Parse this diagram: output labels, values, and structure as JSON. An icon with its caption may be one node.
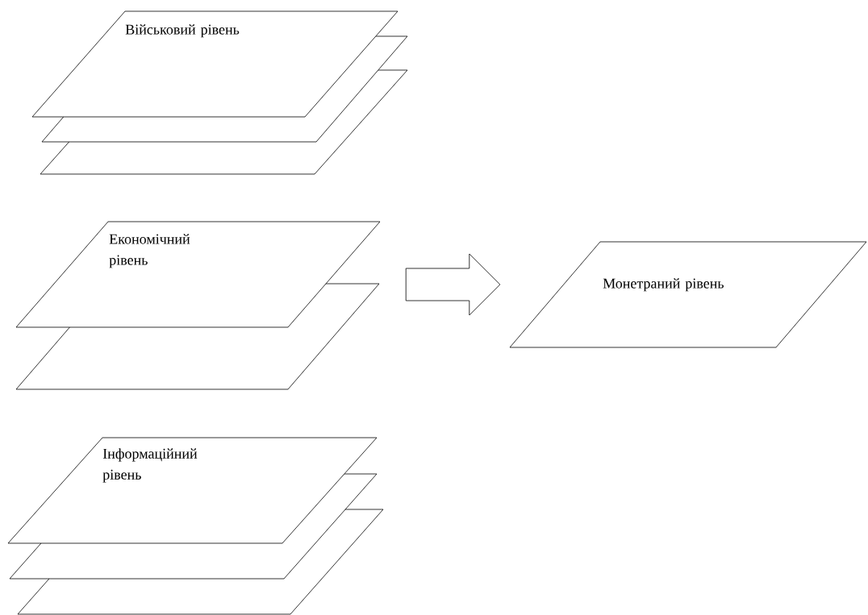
{
  "diagram": {
    "nodes": [
      {
        "text": [
          "Військовий рівень"
        ]
      },
      {
        "text": [],
        "shape": "parallelogram"
      },
      {
        "text": [],
        "shape": "parallelogram"
      },
      {
        "text": [
          "Економічний рівень"
        ]
      },
      {
        "text": [],
        "shape": "parallelogram"
      },
      {
        "text": [
          "Інформаційний рівень"
        ]
      },
      {
        "text": [],
        "shape": "parallelogram"
      },
      {
        "text": [],
        "shape": "parallelogram"
      },
      {
        "text": [
          "Монетраний рівень"
        ]
      }
    ],
    "edges": [
      {
        "from": 3,
        "to": 8,
        "arrow": "to"
      }
    ]
  }
}
